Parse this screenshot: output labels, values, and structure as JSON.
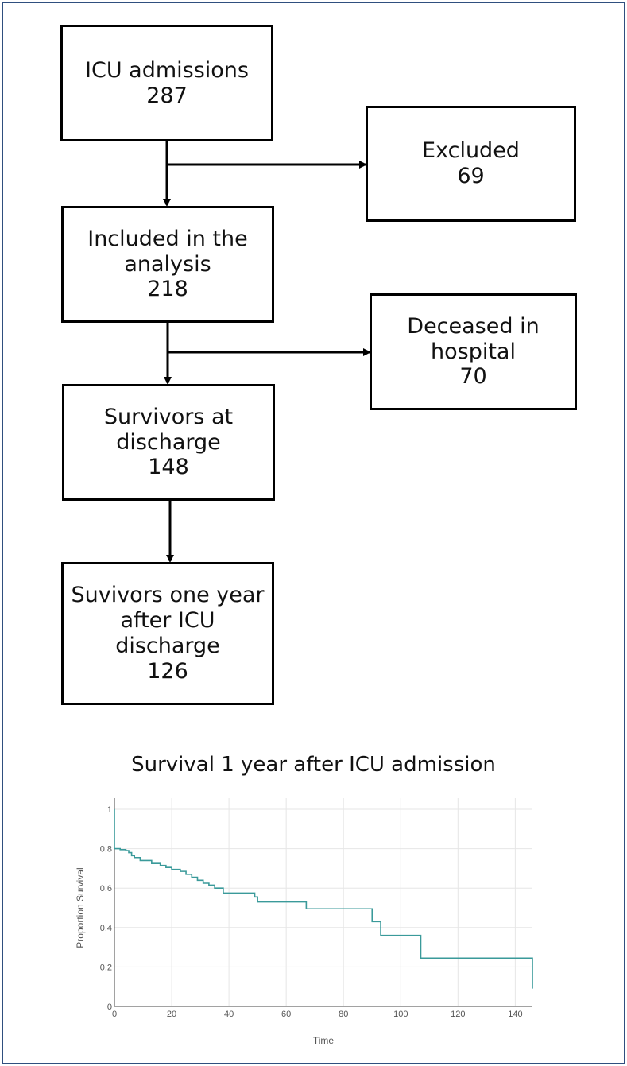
{
  "flow": {
    "admissions": {
      "label": "ICU admissions",
      "count": "287"
    },
    "excluded": {
      "label": "Excluded",
      "count": "69"
    },
    "included": {
      "line1": "Included in the",
      "line2": "analysis",
      "count": "218"
    },
    "deceased": {
      "line1": "Deceased in",
      "line2": "hospital",
      "count": "70"
    },
    "survivors_discharge": {
      "line1": "Survivors at",
      "line2": "discharge",
      "count": "148"
    },
    "survivors_year": {
      "line1": "Suvivors one year",
      "line2": "after ICU",
      "line3": "discharge",
      "count": "126"
    }
  },
  "chart_data": {
    "type": "line",
    "title": "Survival 1 year after ICU admission",
    "xlabel": "Time",
    "ylabel": "Proportion Survival",
    "xlim": [
      0,
      146
    ],
    "ylim": [
      0,
      1
    ],
    "x_ticks": [
      "0",
      "20",
      "40",
      "60",
      "80",
      "100",
      "120",
      "140"
    ],
    "y_ticks": [
      "0",
      "0.2",
      "0.4",
      "0.6",
      "0.8",
      "1"
    ],
    "grid": true,
    "color": "#3a9a9a",
    "series": [
      {
        "step": true,
        "x": [
          0,
          0,
          2,
          4,
          5,
          6,
          7,
          9,
          13,
          16,
          18,
          20,
          23,
          25,
          27,
          29,
          31,
          33,
          35,
          38,
          49,
          50,
          67,
          90,
          93,
          107,
          146,
          146
        ],
        "y": [
          1,
          0.8,
          0.795,
          0.79,
          0.78,
          0.765,
          0.755,
          0.74,
          0.725,
          0.715,
          0.705,
          0.695,
          0.685,
          0.67,
          0.655,
          0.64,
          0.625,
          0.615,
          0.6,
          0.575,
          0.555,
          0.53,
          0.495,
          0.43,
          0.36,
          0.245,
          0.245,
          0.09
        ]
      }
    ]
  }
}
